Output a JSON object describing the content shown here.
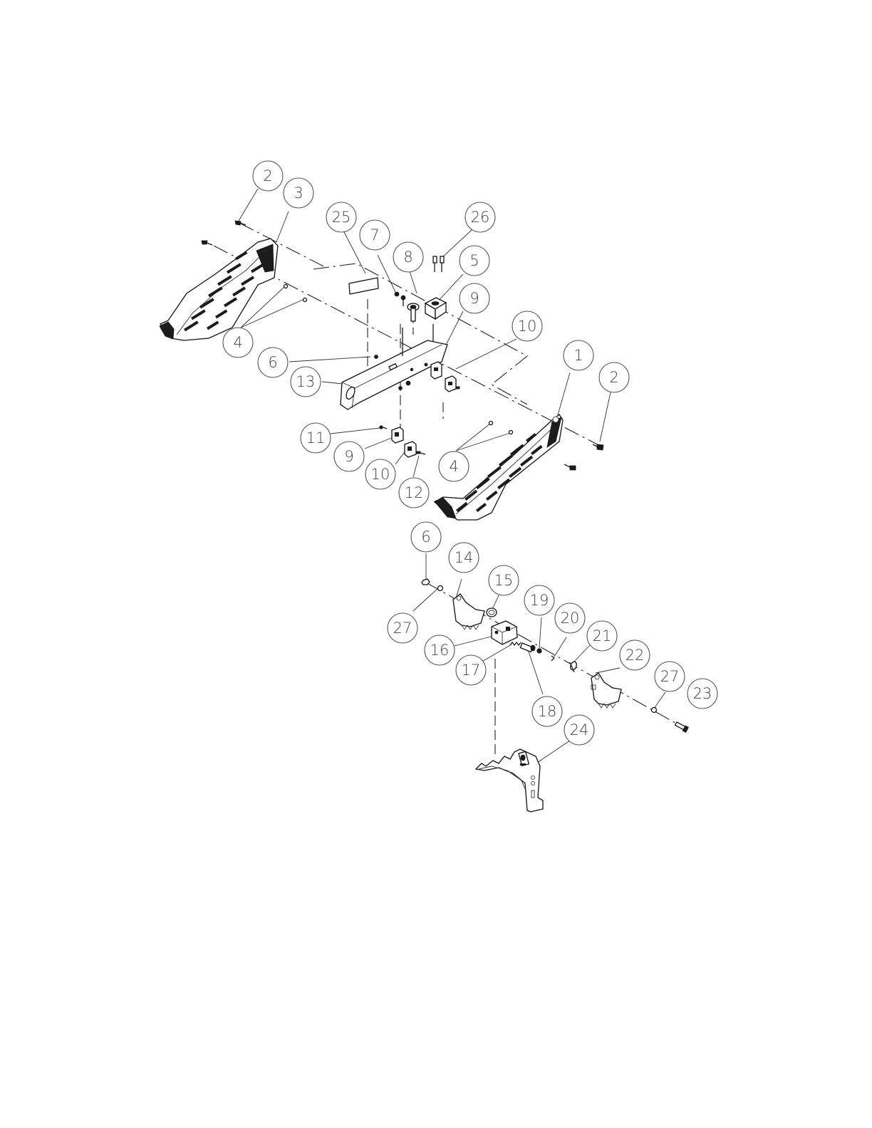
{
  "callouts": [
    {
      "id": "c1",
      "label": "2"
    },
    {
      "id": "c2",
      "label": "3"
    },
    {
      "id": "c3",
      "label": "25"
    },
    {
      "id": "c4",
      "label": "7"
    },
    {
      "id": "c5",
      "label": "26"
    },
    {
      "id": "c6",
      "label": "8"
    },
    {
      "id": "c7",
      "label": "5"
    },
    {
      "id": "c8",
      "label": "9"
    },
    {
      "id": "c9",
      "label": "10"
    },
    {
      "id": "c10",
      "label": "1"
    },
    {
      "id": "c11",
      "label": "2"
    },
    {
      "id": "c12",
      "label": "4"
    },
    {
      "id": "c13",
      "label": "6"
    },
    {
      "id": "c14",
      "label": "13"
    },
    {
      "id": "c15",
      "label": "11"
    },
    {
      "id": "c16",
      "label": "9"
    },
    {
      "id": "c17",
      "label": "10"
    },
    {
      "id": "c18",
      "label": "12"
    },
    {
      "id": "c19",
      "label": "4"
    },
    {
      "id": "c20",
      "label": "6"
    },
    {
      "id": "c21",
      "label": "14"
    },
    {
      "id": "c22",
      "label": "15"
    },
    {
      "id": "c23",
      "label": "19"
    },
    {
      "id": "c24",
      "label": "20"
    },
    {
      "id": "c25",
      "label": "21"
    },
    {
      "id": "c26",
      "label": "22"
    },
    {
      "id": "c27",
      "label": "27"
    },
    {
      "id": "c28",
      "label": "16"
    },
    {
      "id": "c29",
      "label": "17"
    },
    {
      "id": "c30",
      "label": "18"
    },
    {
      "id": "c31",
      "label": "27"
    },
    {
      "id": "c32",
      "label": "23"
    },
    {
      "id": "c33",
      "label": "24"
    }
  ]
}
